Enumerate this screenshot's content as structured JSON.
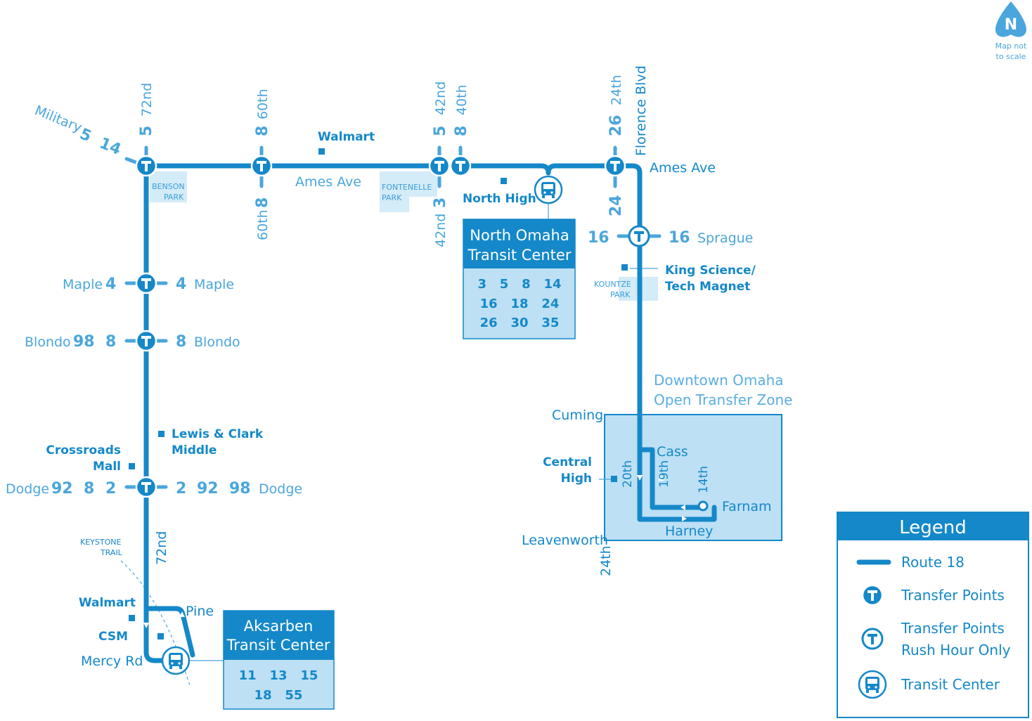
{
  "north": {
    "letter": "N",
    "note_line1": "Map not",
    "note_line2": "to scale"
  },
  "streets": {
    "military": "Military",
    "s72nd_top": "72nd",
    "s60th_top": "60th",
    "s60th_bottom": "60th",
    "s42nd_top": "42nd",
    "s42nd_bottom": "42nd",
    "s40th_top": "40th",
    "s24th_top": "24th",
    "florence": "Florence Blvd",
    "ames_left": "Ames Ave",
    "ames_right": "Ames Ave",
    "sprague": "Sprague",
    "maple_left": "Maple",
    "maple_right": "Maple",
    "blondo_left": "Blondo",
    "blondo_right": "Blondo",
    "dodge_left": "Dodge",
    "dodge_right": "Dodge",
    "s72nd_lower": "72nd",
    "pine": "Pine",
    "mercy": "Mercy Rd",
    "cuming": "Cuming",
    "leavenworth": "Leavenworth",
    "s24th_bottom": "24th",
    "cass": "Cass",
    "farnam": "Farnam",
    "harney": "Harney",
    "s20th": "20th",
    "s19th": "19th",
    "s14th": "14th",
    "keystone1": "KEYSTONE",
    "keystone2": "TRAIL"
  },
  "routes": {
    "military_5": "5",
    "military_14": "14",
    "r72_5": "5",
    "r60_8_top": "8",
    "r60_8_bottom": "8",
    "r42_5": "5",
    "r40_8": "8",
    "r42_3": "3",
    "r24_26": "26",
    "r24_24": "24",
    "sprague_16_left": "16",
    "sprague_16_right": "16",
    "maple_4_left": "4",
    "maple_4_right": "4",
    "blondo_98": "98",
    "blondo_8_left": "8",
    "blondo_8_right": "8",
    "dodge_92_left": "92",
    "dodge_8_left": "8",
    "dodge_2_left": "2",
    "dodge_2_right": "2",
    "dodge_92_right": "92",
    "dodge_98_right": "98"
  },
  "landmarks": {
    "walmart_top": "Walmart",
    "north_high": "North High",
    "king1": "King Science/",
    "king2": "Tech Magnet",
    "lewis1": "Lewis & Clark",
    "lewis2": "Middle",
    "crossroads1": "Crossroads",
    "crossroads2": "Mall",
    "central1": "Central",
    "central2": "High",
    "walmart_bottom": "Walmart",
    "csm": "CSM"
  },
  "parks": {
    "benson1": "BENSON",
    "benson2": "PARK",
    "fontenelle1": "FONTENELLE",
    "fontenelle2": "PARK",
    "kountze1": "KOUNTZE",
    "kountze2": "PARK"
  },
  "north_omaha_tc": {
    "title1": "North Omaha",
    "title2": "Transit Center",
    "row1": "3   5   8   14",
    "row2": "16   18   24",
    "row3": "26   30   35"
  },
  "aksarben_tc": {
    "title1": "Aksarben",
    "title2": "Transit Center",
    "row1": "11   13   15",
    "row2": "18   55"
  },
  "downtown": {
    "line1": "Downtown Omaha",
    "line2": "Open Transfer Zone"
  },
  "legend": {
    "title": "Legend",
    "route": "Route 18",
    "transfer": "Transfer Points",
    "rush1": "Transfer Points",
    "rush2": "Rush Hour Only",
    "tc": "Transit Center"
  },
  "colors": {
    "route": "#1488c9",
    "street": "#4aa6dc",
    "zone_fill": "#bde0f5",
    "park_fill": "#d4ebf8",
    "tc_header": "#1488c9"
  }
}
